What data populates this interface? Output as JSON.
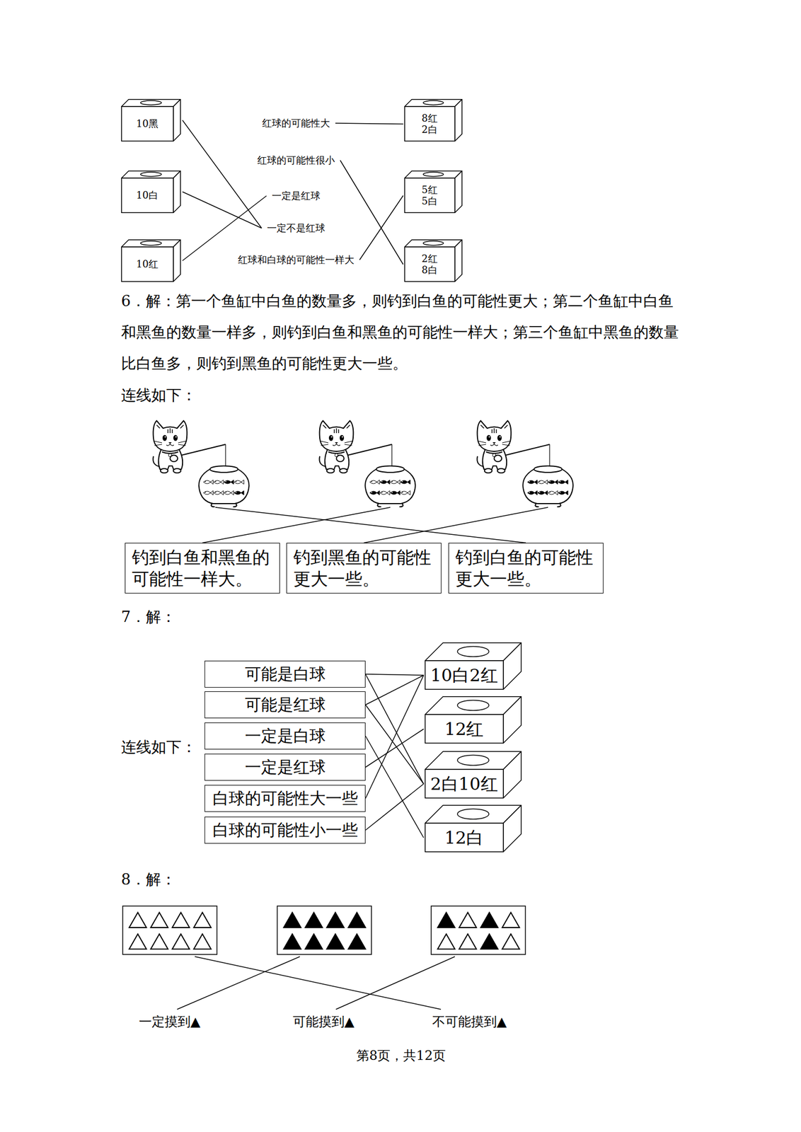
{
  "diagram": {
    "nodes": [
      {
        "text": [
          "10黑"
        ]
      },
      {
        "text": [
          "10白"
        ]
      },
      {
        "text": [
          "10红"
        ]
      },
      {
        "text": [
          "红球的可能性大"
        ]
      },
      {
        "text": [
          "红球的可能性很小"
        ]
      },
      {
        "text": [
          "一定是红球"
        ]
      },
      {
        "text": [
          "一定不是红球"
        ]
      },
      {
        "text": [
          "红球和白球的可能性一样大"
        ]
      },
      {
        "text": [
          "8红 2白"
        ]
      },
      {
        "text": [
          "5红 5白"
        ]
      },
      {
        "text": [
          "2红 8白"
        ]
      },
      {
        "text": [
          "钓到白鱼和黑鱼的可能性一样大。"
        ]
      },
      {
        "text": [
          "钓到黑鱼的可能性更大一些。"
        ]
      },
      {
        "text": [
          "钓到白鱼的可能性更大一些。"
        ]
      },
      {
        "text": [
          "可能是白球"
        ]
      },
      {
        "text": [
          "可能是红球"
        ]
      },
      {
        "text": [
          "一定是白球"
        ]
      },
      {
        "text": [
          "一定是红球"
        ]
      },
      {
        "text": [
          "白球的可能性大一些"
        ]
      },
      {
        "text": [
          "白球的可能性小一些"
        ]
      },
      {
        "text": [
          "10白2红"
        ]
      },
      {
        "text": [
          "12红"
        ]
      },
      {
        "text": [
          "2白10红"
        ]
      },
      {
        "text": [
          "12白"
        ]
      }
    ],
    "edges": [
      {
        "from": 0,
        "to": 6,
        "arrow": "none"
      },
      {
        "from": 1,
        "to": 6,
        "arrow": "none"
      },
      {
        "from": 2,
        "to": 5,
        "arrow": "none"
      },
      {
        "from": 3,
        "to": 8,
        "arrow": "none"
      },
      {
        "from": 4,
        "to": 10,
        "arrow": "none"
      },
      {
        "from": 7,
        "to": 9,
        "arrow": "none"
      },
      {
        "from": 14,
        "to": 20,
        "arrow": "none"
      },
      {
        "from": 14,
        "to": 22,
        "arrow": "none"
      },
      {
        "from": 15,
        "to": 20,
        "arrow": "none"
      },
      {
        "from": 15,
        "to": 22,
        "arrow": "none"
      },
      {
        "from": 16,
        "to": 23,
        "arrow": "none"
      },
      {
        "from": 17,
        "to": 21,
        "arrow": "none"
      },
      {
        "from": 18,
        "to": 20,
        "arrow": "none"
      },
      {
        "from": 19,
        "to": 22,
        "arrow": "none"
      }
    ],
    "labels": [
      "6．解：第一个鱼缸中白鱼的数量多，则钓到白鱼的可能性更大；第二个鱼缸中白鱼和黑鱼的数量一样多，则钓到白鱼和黑鱼的可能性一样大；第三个鱼缸中黑鱼的数量比白鱼多，则钓到黑鱼的可能性更大一些。",
      "连线如下：",
      "7．解：",
      "连线如下：",
      "8．解：",
      "一定摸到▲",
      "可能摸到▲",
      "不可能摸到▲",
      "第8页，共12页"
    ]
  }
}
